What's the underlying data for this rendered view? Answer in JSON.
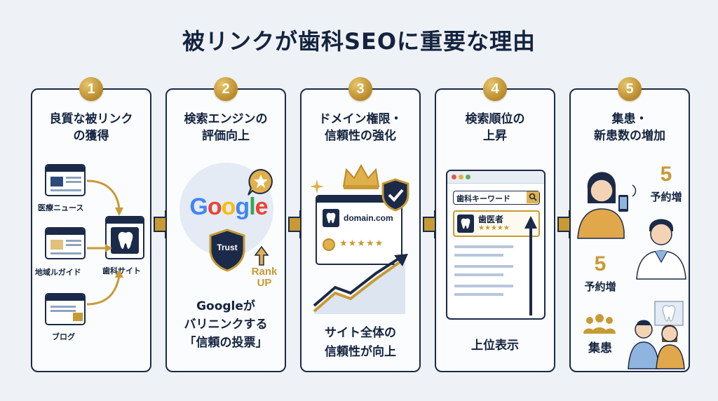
{
  "title": "被リンクが歯科SEOに重要な理由",
  "colors": {
    "navy": "#1b2a48",
    "gold": "#c79a35",
    "gold_light": "#e8c56a",
    "blue": "#2a63c9",
    "bg": "#eef2f6"
  },
  "steps": [
    {
      "number": "1",
      "heading_line1": "良質な被リンク",
      "heading_line2": "の獲得",
      "sources": [
        "医療ニュース",
        "地域ルガイド",
        "ブログ"
      ],
      "target": "歯科サイト",
      "icons": [
        "browser-icon",
        "tooth-icon",
        "curved-arrow-icon"
      ]
    },
    {
      "number": "2",
      "heading_line1": "検索エンジンの",
      "heading_line2": "評価向上",
      "google_logo": "Google",
      "trust_label": "Trust",
      "rank_line1": "Rank",
      "rank_line2": "UP",
      "footer_line1": "Googleが",
      "footer_line2": "バリニンクする",
      "footer_line3": "「信頼の投票」",
      "icons": [
        "star-bubble-icon",
        "shield-icon",
        "up-arrow-icon"
      ]
    },
    {
      "number": "3",
      "heading_line1": "ドメイン権限・",
      "heading_line2": "信頼性の強化",
      "domain_label": "domain.com",
      "footer_line1": "サイト全体の",
      "footer_line2": "信頼性が向上",
      "icons": [
        "crown-icon",
        "shield-check-icon",
        "growth-chart-icon",
        "sparkle-icon"
      ]
    },
    {
      "number": "4",
      "heading_line1": "検索順位の",
      "heading_line2": "上昇",
      "search_query": "歯科キーワード",
      "result_title": "歯医者",
      "result_stars": "★★★★★",
      "footer": "上位表示",
      "icons": [
        "search-icon",
        "tooth-icon",
        "up-arrow-icon"
      ]
    },
    {
      "number": "5",
      "heading_line1": "集患・",
      "heading_line2": "新患数の増加",
      "count_a": "5",
      "count_a_label": "予約増",
      "count_b": "5",
      "count_b_label": "予約増",
      "patients_label": "集患",
      "icons": [
        "woman-phone-icon",
        "dentist-icon",
        "group-icon",
        "family-icon"
      ]
    }
  ]
}
